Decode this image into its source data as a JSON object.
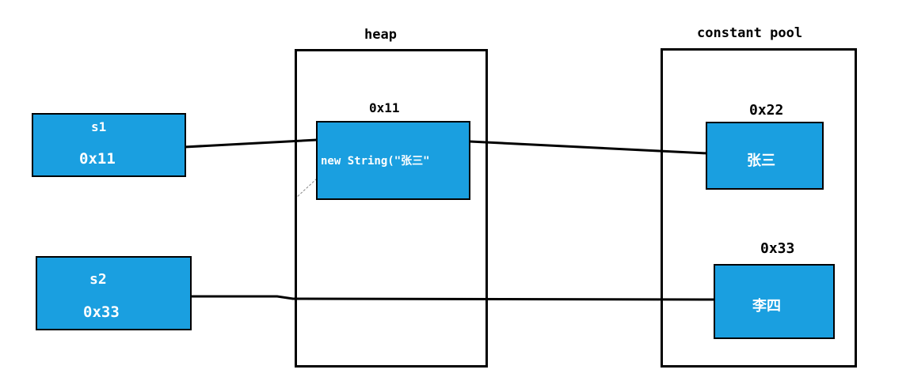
{
  "heap": {
    "title": "heap"
  },
  "constant_pool": {
    "title": "constant pool"
  },
  "stack_vars": [
    {
      "name": "s1",
      "value": "0x11"
    },
    {
      "name": "s2",
      "value": "0x33"
    }
  ],
  "heap_objects": [
    {
      "address": "0x11",
      "content": "new String(\"张三\""
    }
  ],
  "pool_entries": [
    {
      "address": "0x22",
      "content": "张三"
    },
    {
      "address": "0x33",
      "content": "李四"
    }
  ],
  "colors": {
    "box_fill": "#1a9fe0",
    "line": "#000000"
  }
}
